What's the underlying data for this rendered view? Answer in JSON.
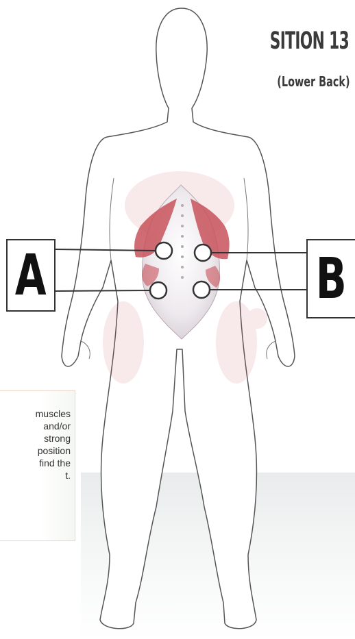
{
  "header": {
    "title": "SITION 13",
    "subtitle": "(Lower Back)"
  },
  "labels": {
    "left": "A",
    "right": "B"
  },
  "info": {
    "lines": [
      "muscles",
      "and/or",
      "strong",
      "position",
      "find the",
      "t."
    ]
  },
  "points": [
    {
      "id": "A1",
      "label": "upper-left"
    },
    {
      "id": "A2",
      "label": "lower-left"
    },
    {
      "id": "B1",
      "label": "upper-right"
    },
    {
      "id": "B2",
      "label": "lower-right"
    }
  ],
  "colors": {
    "muscle": "#c8525a",
    "outline": "#555555",
    "text": "#3a3a3a"
  }
}
